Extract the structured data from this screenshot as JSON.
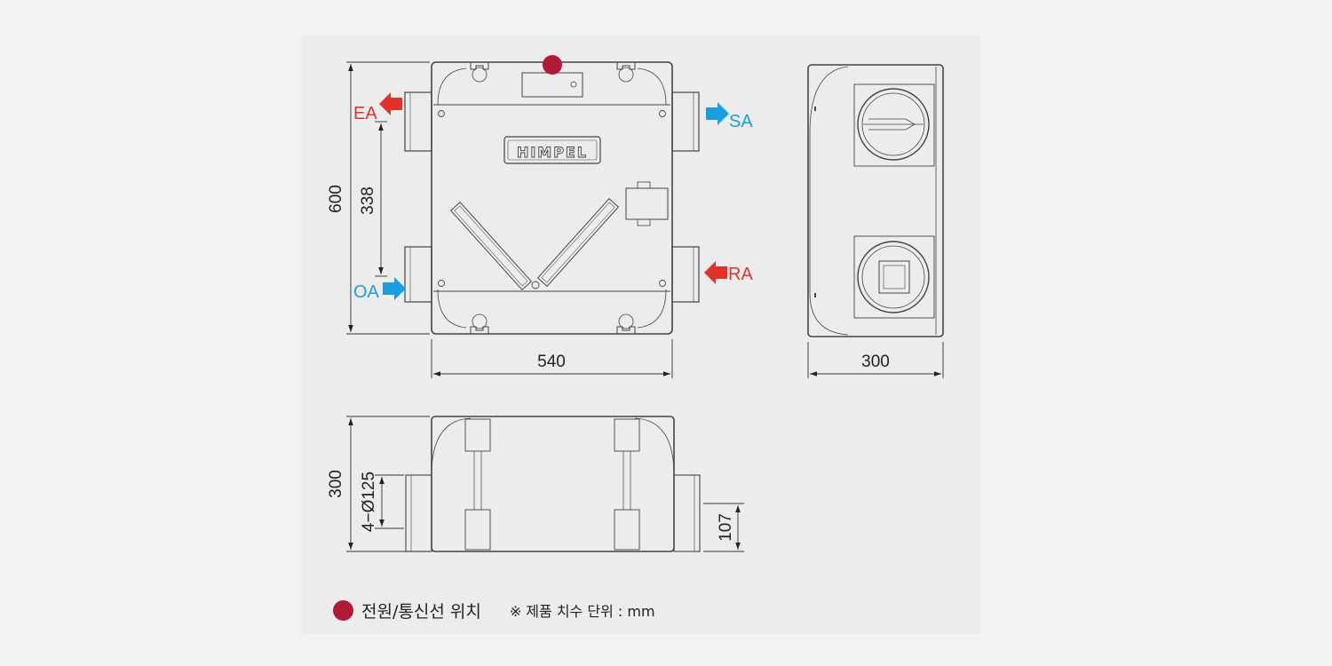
{
  "labels": {
    "ea": "EA",
    "sa": "SA",
    "oa": "OA",
    "ra": "RA",
    "brand": "HIMPEL"
  },
  "dimensions": {
    "front_height": "600",
    "duct_spacing": "338",
    "front_width": "540",
    "side_depth": "300",
    "bottom_height": "300",
    "duct_size": "4−Ø125",
    "duct_offset": "107"
  },
  "legend": {
    "power_text": "전원/통신선 위치",
    "unit_note": "※ 제품 치수 단위 : mm"
  },
  "colors": {
    "exhaust_arrow": "#e3322c",
    "supply_arrow": "#1a9ee0",
    "power_marker": "#b01a35",
    "line": "#444444"
  }
}
